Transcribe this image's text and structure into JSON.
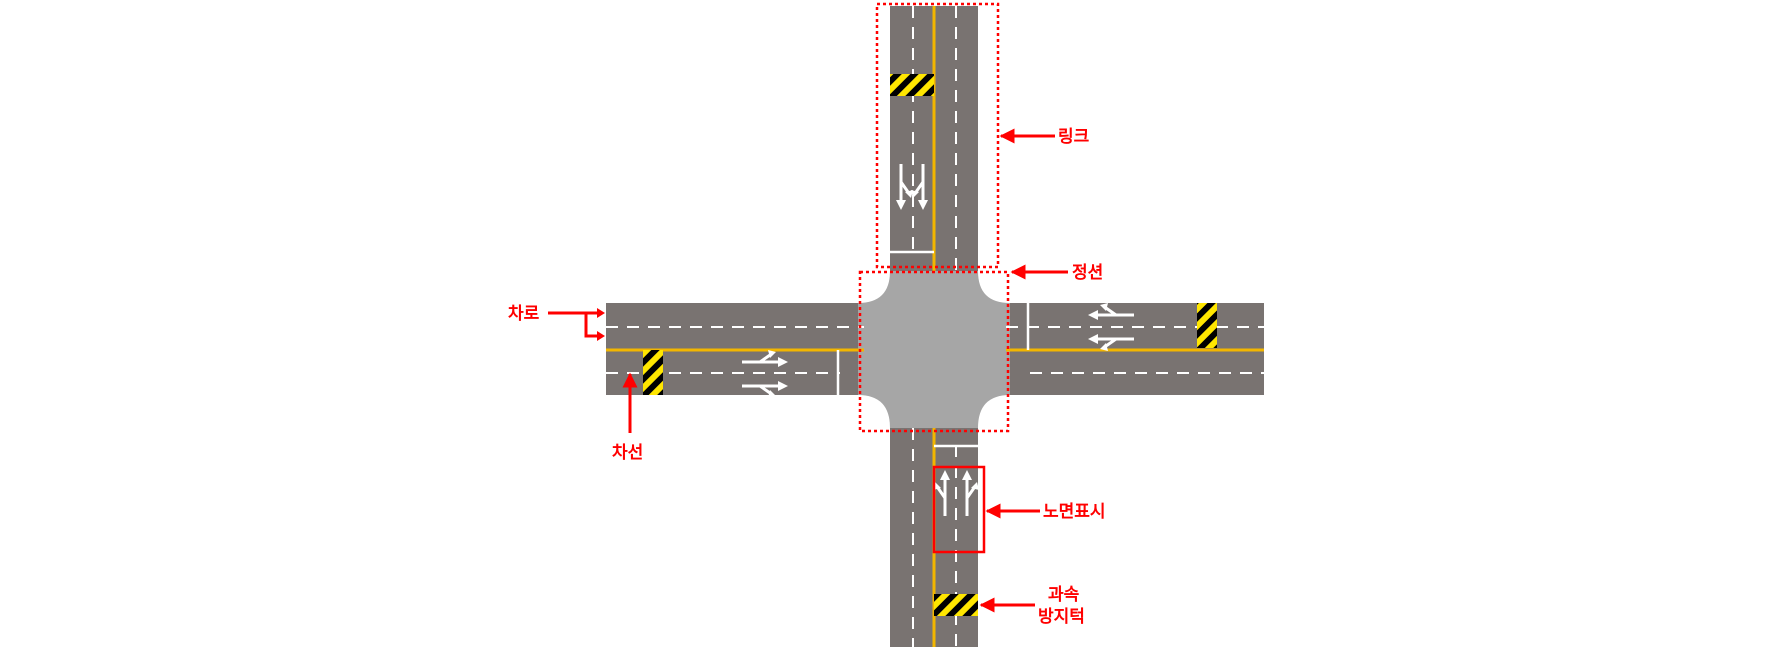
{
  "labels": {
    "link": "링크",
    "node": "정션",
    "lane": "차로",
    "lane_line": "차선",
    "road_marking": "노면표시",
    "speed_bump_line1": "과속",
    "speed_bump_line2": "방지턱"
  },
  "colors": {
    "road": "#797371",
    "junction": "#a6a6a6",
    "center_line": "#f2b600",
    "lane_marking": "#ffffff",
    "annotation": "#ff0000",
    "speed_bump_yellow": "#ffe600",
    "speed_bump_black": "#000000"
  }
}
